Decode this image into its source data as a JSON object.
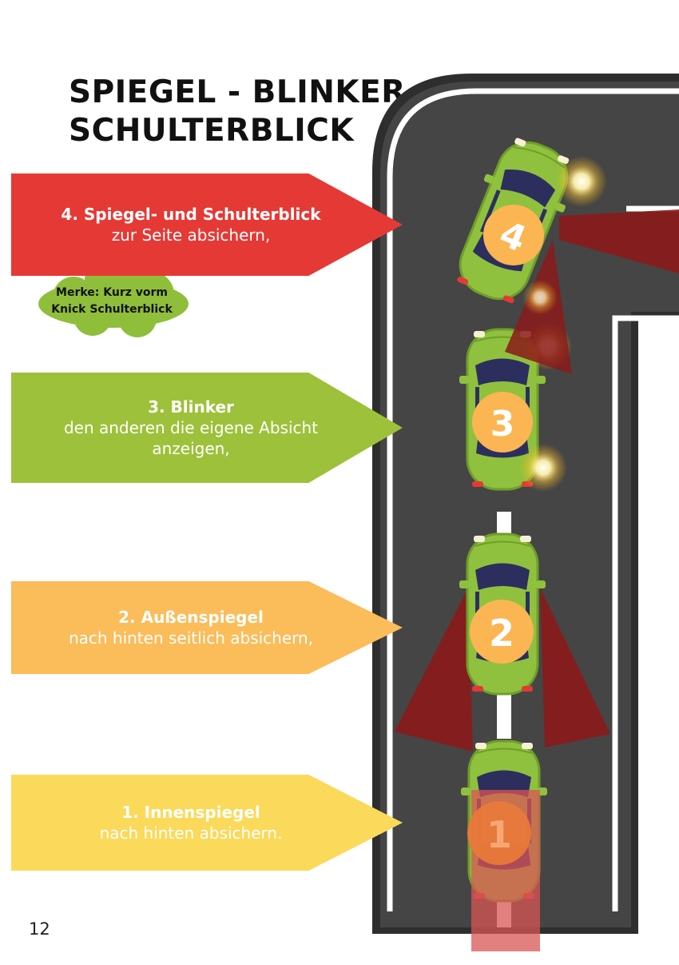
{
  "title": {
    "line1": "SPIEGEL - BLINKER -",
    "line2": "SCHULTERBLICK"
  },
  "steps": [
    {
      "number": "4",
      "heading": "4. Spiegel- und Schulterblick",
      "lines": [
        "zur Seite absichern,"
      ],
      "color": "#e53935"
    },
    {
      "number": "3",
      "heading": "3. Blinker",
      "lines": [
        "den anderen die eigene Absicht",
        "anzeigen,"
      ],
      "color": "#9dc13a"
    },
    {
      "number": "2",
      "heading": "2. Außenspiegel",
      "lines": [
        "nach hinten seitlich absichern,"
      ],
      "color": "#fbbc5a"
    },
    {
      "number": "1",
      "heading": "1. Innenspiegel",
      "lines": [
        "nach hinten absichern."
      ],
      "color": "#fbd95a"
    }
  ],
  "note": {
    "line1": "Merke: Kurz vorm",
    "line2": "Knick Schulterblick",
    "color": "#8fbf3a"
  },
  "colors": {
    "road": "#454545",
    "road_edge": "#2e2e2e",
    "car_body": "#8fc13e",
    "view_cone": "#8b1a1a",
    "badge": "#fbb552"
  },
  "page_number": "12"
}
